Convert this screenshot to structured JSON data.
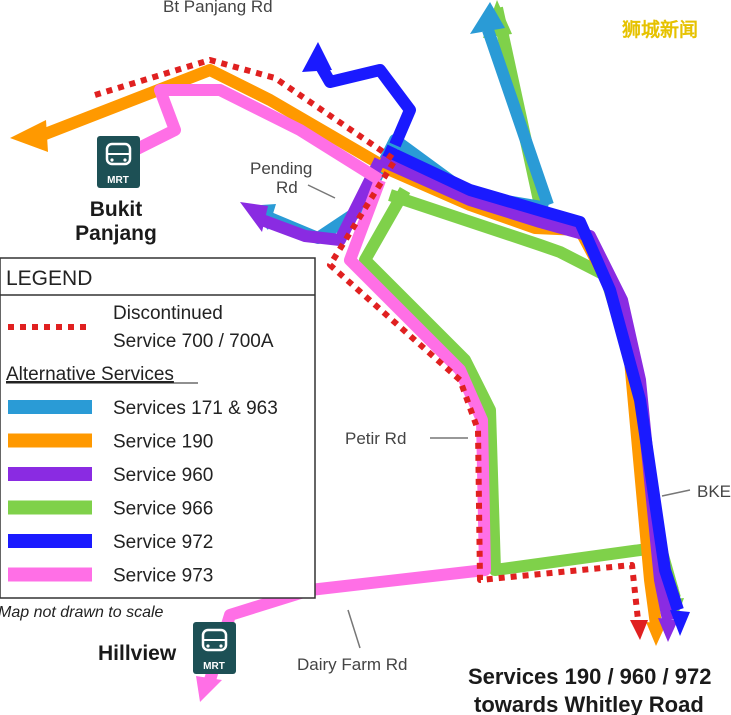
{
  "watermark": "狮城新闻",
  "roads": {
    "bt_panjang": "Bt Panjang Rd",
    "pending_line1": "Pending",
    "pending_line2": "Rd",
    "petir": "Petir Rd",
    "bke": "BKE",
    "dairy_farm": "Dairy Farm Rd"
  },
  "stations": {
    "bukit_panjang_line1": "Bukit",
    "bukit_panjang_line2": "Panjang",
    "hillview": "Hillview",
    "mrt_label": "MRT"
  },
  "destination": {
    "line1": "Services 190 / 960 / 972",
    "line2": "towards Whitley Road"
  },
  "legend": {
    "title": "LEGEND",
    "discontinued_line1": "Discontinued",
    "discontinued_line2": "Service 700 / 700A",
    "alternative_heading": "Alternative Services",
    "items": [
      {
        "label": "Services 171 & 963",
        "color": "#2a9bd6"
      },
      {
        "label": "Service 190",
        "color": "#ff9900"
      },
      {
        "label": "Service 960",
        "color": "#8a2be2"
      },
      {
        "label": "Service 966",
        "color": "#7fd14a"
      },
      {
        "label": "Service 972",
        "color": "#1a1aff"
      },
      {
        "label": "Service 973",
        "color": "#ff6fe6"
      }
    ],
    "discontinued_color": "#e02020",
    "note": "Map not drawn to scale"
  }
}
